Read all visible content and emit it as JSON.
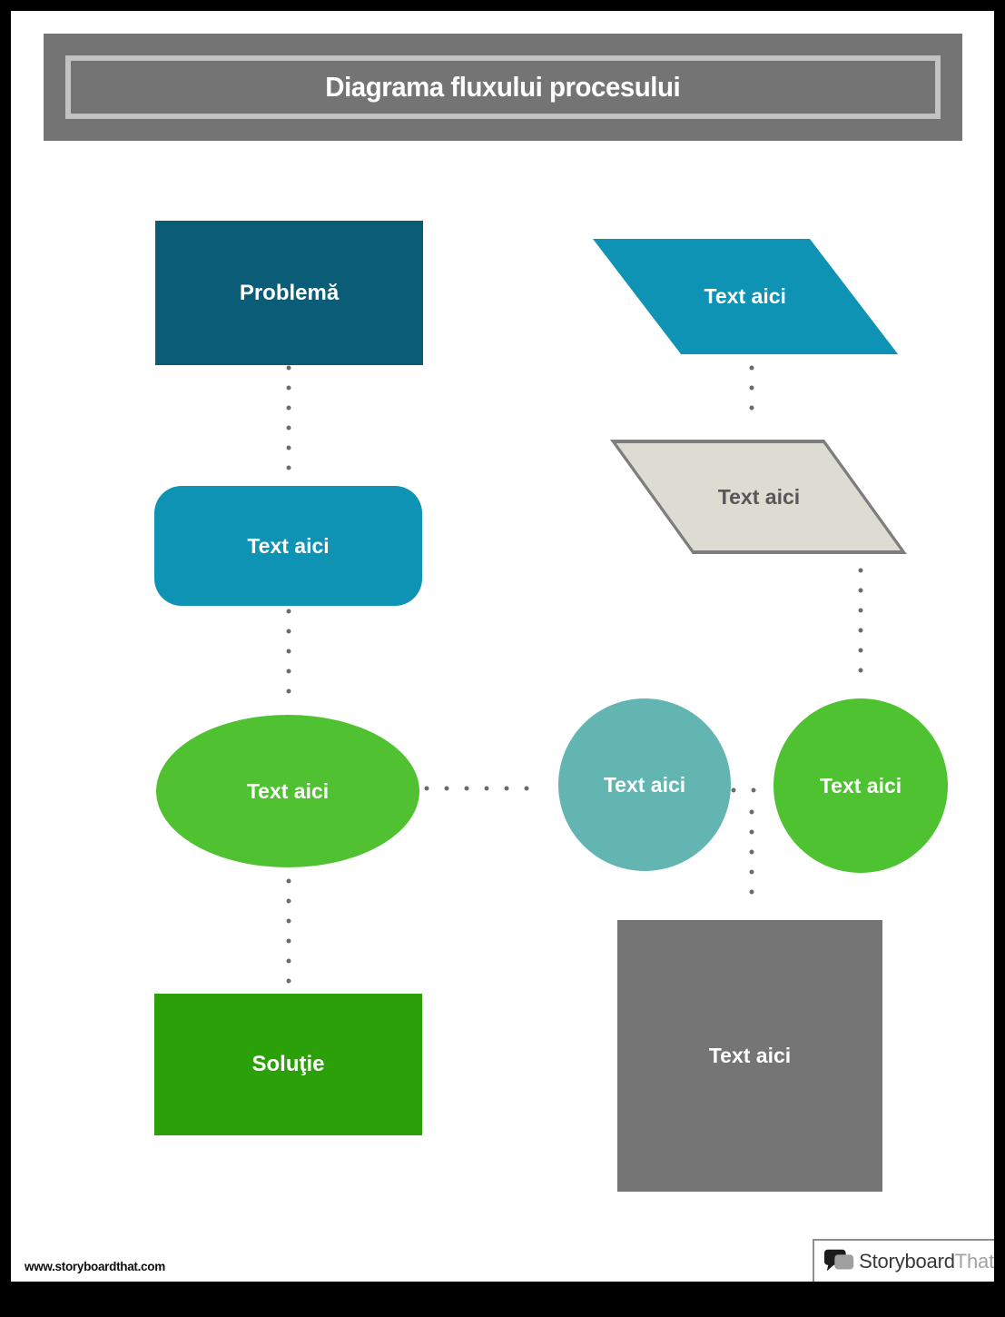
{
  "header": {
    "title": "Diagrama fluxului procesului"
  },
  "diagram": {
    "nodes": {
      "problem": {
        "label": "Problemă",
        "shape": "rectangle",
        "color": "#0b5d77",
        "text_color": "#ffffff"
      },
      "input_top": {
        "label": "Text aici",
        "shape": "parallelogram",
        "color": "#0f93b5",
        "text_color": "#ffffff"
      },
      "process": {
        "label": "Text aici",
        "shape": "rounded-rectangle",
        "color": "#0f93b5",
        "text_color": "#ffffff"
      },
      "data": {
        "label": "Text aici",
        "shape": "parallelogram",
        "color": "#dcdcd2",
        "border_color": "#7d7d7d",
        "text_color": "#575757"
      },
      "ellipse": {
        "label": "Text aici",
        "shape": "ellipse",
        "color": "#50c232",
        "text_color": "#ffffff"
      },
      "circle_teal": {
        "label": "Text aici",
        "shape": "circle",
        "color": "#62b5b1",
        "text_color": "#ffffff"
      },
      "circle_green": {
        "label": "Text aici",
        "shape": "circle",
        "color": "#4ec231",
        "text_color": "#ffffff"
      },
      "solution": {
        "label": "Soluţie",
        "shape": "rectangle",
        "color": "#2ca008",
        "text_color": "#ffffff"
      },
      "square": {
        "label": "Text aici",
        "shape": "square",
        "color": "#757575",
        "text_color": "#ffffff"
      }
    },
    "connector_style": "dotted",
    "connector_color": "#6b6b6b"
  },
  "footer": {
    "url": "www.storyboardthat.com",
    "logo": {
      "part1": "Storyboard",
      "part2": "That"
    }
  }
}
